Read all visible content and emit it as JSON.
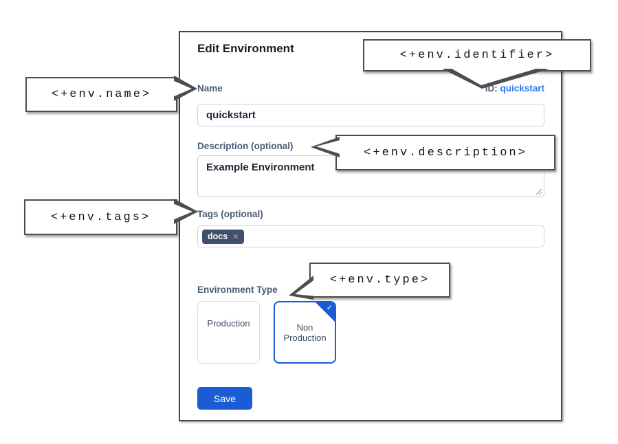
{
  "panel": {
    "title": "Edit Environment",
    "name": {
      "label": "Name",
      "value": "quickstart"
    },
    "id": {
      "label": "ID:",
      "value": "quickstart"
    },
    "description": {
      "label": "Description (optional)",
      "value": "Example Environment"
    },
    "tags": {
      "label": "Tags (optional)",
      "items": [
        {
          "label": "docs",
          "remove_glyph": "✕"
        }
      ]
    },
    "environment_type": {
      "label": "Environment Type",
      "options": [
        {
          "label": "Production",
          "selected": false
        },
        {
          "label": "Non Production",
          "selected": true
        }
      ],
      "selected_check_glyph": "✓"
    },
    "save_label": "Save"
  },
  "callouts": {
    "identifier": "<+env.identifier>",
    "name": "<+env.name>",
    "description": "<+env.description>",
    "tags": "<+env.tags>",
    "type": "<+env.type>"
  },
  "colors": {
    "primary_blue": "#1a5cd4",
    "link_blue": "#2979f2",
    "tag_chip_bg": "#40506a",
    "label_color": "#4a5a75",
    "panel_border": "#454545"
  }
}
